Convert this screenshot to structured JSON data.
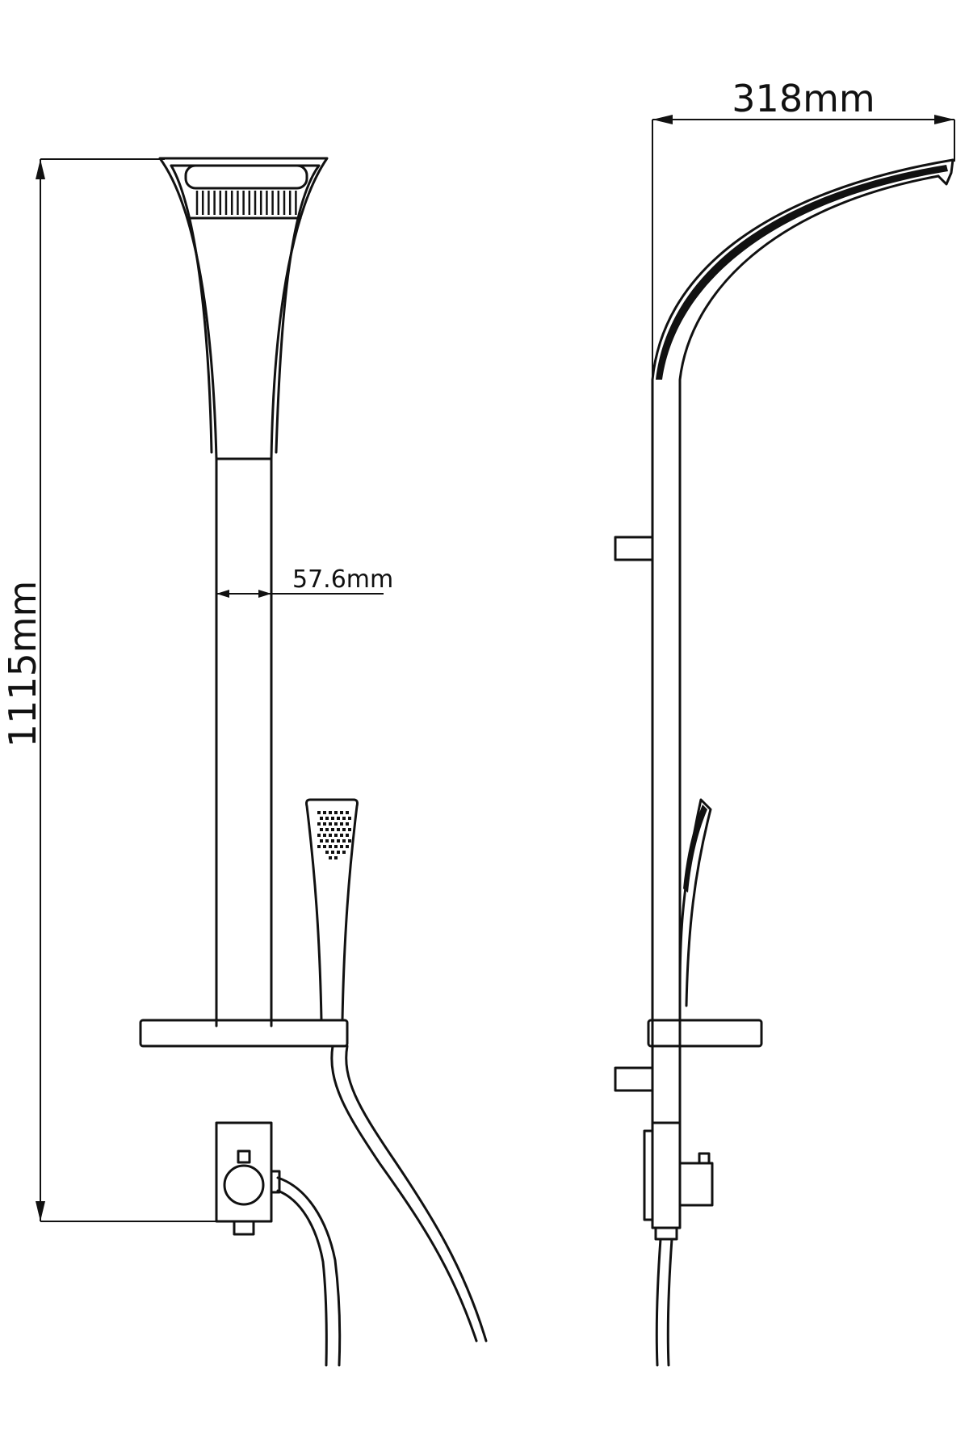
{
  "dimensions": {
    "total_height": "1115mm",
    "rail_width": "57.6mm",
    "arm_projection": "318mm"
  },
  "colors": {
    "line": "#111111",
    "background": "#ffffff"
  }
}
